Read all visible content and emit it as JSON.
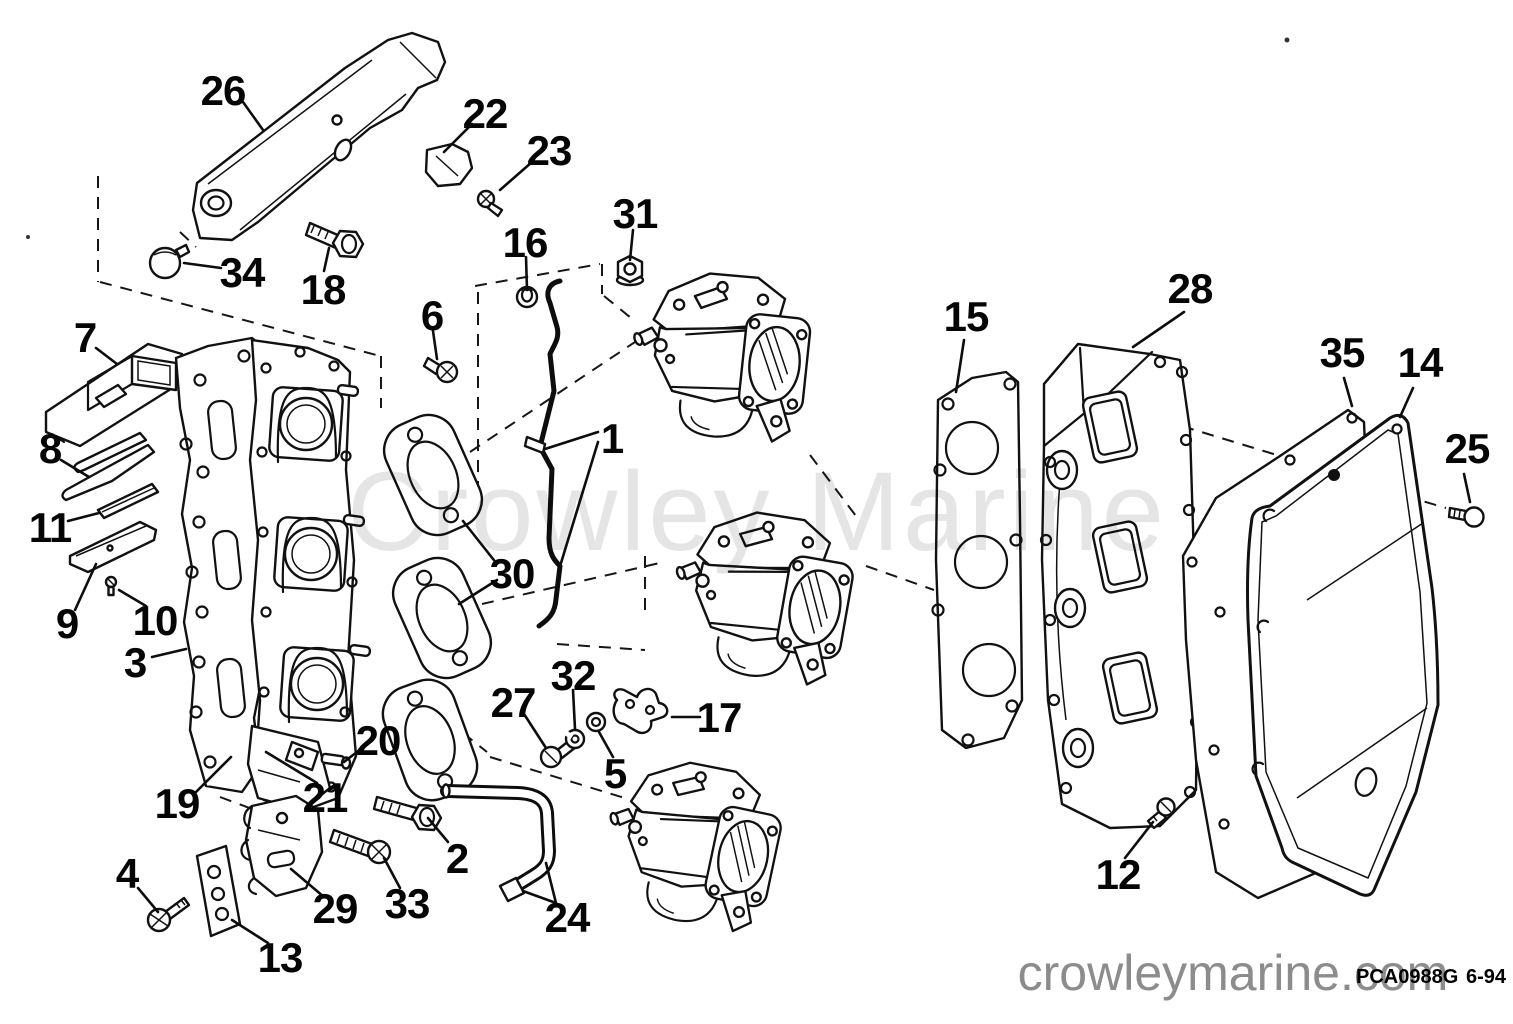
{
  "diagram": {
    "watermark": "Crowley Marine",
    "callouts": {
      "c1": "1",
      "c2": "2",
      "c3": "3",
      "c4": "4",
      "c5": "5",
      "c6": "6",
      "c7": "7",
      "c8": "8",
      "c9": "9",
      "c10": "10",
      "c11": "11",
      "c12": "12",
      "c13": "13",
      "c14": "14",
      "c15": "15",
      "c16": "16",
      "c17": "17",
      "c18": "18",
      "c19": "19",
      "c20": "20",
      "c21": "21",
      "c22": "22",
      "c23": "23",
      "c24": "24",
      "c25": "25",
      "c26": "26",
      "c27": "27",
      "c28": "28",
      "c29": "29",
      "c30": "30",
      "c31": "31",
      "c32": "32",
      "c33": "33",
      "c34": "34",
      "c35": "35"
    }
  },
  "footer": {
    "site": "crowleymarine.com",
    "doc_code": "PCA0988G",
    "doc_date": "6-94"
  }
}
